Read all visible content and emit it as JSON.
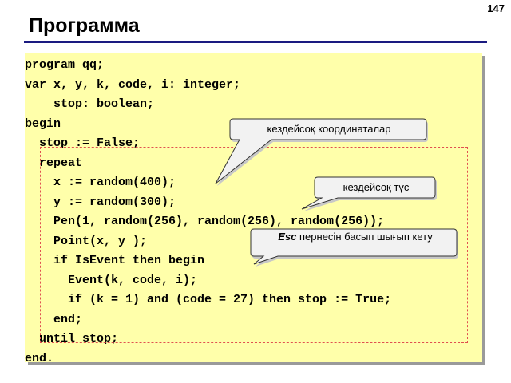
{
  "slide": {
    "page_number": "147",
    "title": "Программа"
  },
  "code": {
    "lines": [
      "program qq;",
      "var x, y, k, code, i: integer;",
      "    stop: boolean;",
      "begin",
      "  stop := False;",
      "  repeat",
      "    x := random(400);",
      "    y := random(300);",
      "    Pen(1, random(256), random(256), random(256));",
      "    Point(x, y );",
      "    if IsEvent then begin",
      "      Event(k, code, i);",
      "      if (k = 1) and (code = 27) then stop := True;",
      "    end;",
      "  until stop;",
      "end."
    ]
  },
  "callouts": {
    "coords": "кездейсоқ координаталар",
    "color": "кездейсоқ түс",
    "esc_key": "Esc",
    "esc_text": " пернесін басып шығып кету"
  },
  "colors": {
    "code_background": "#ffffaa",
    "loop_border": "#e05050",
    "title_rule": "#1a1a80",
    "callout_fill": "#f2f2f2"
  }
}
